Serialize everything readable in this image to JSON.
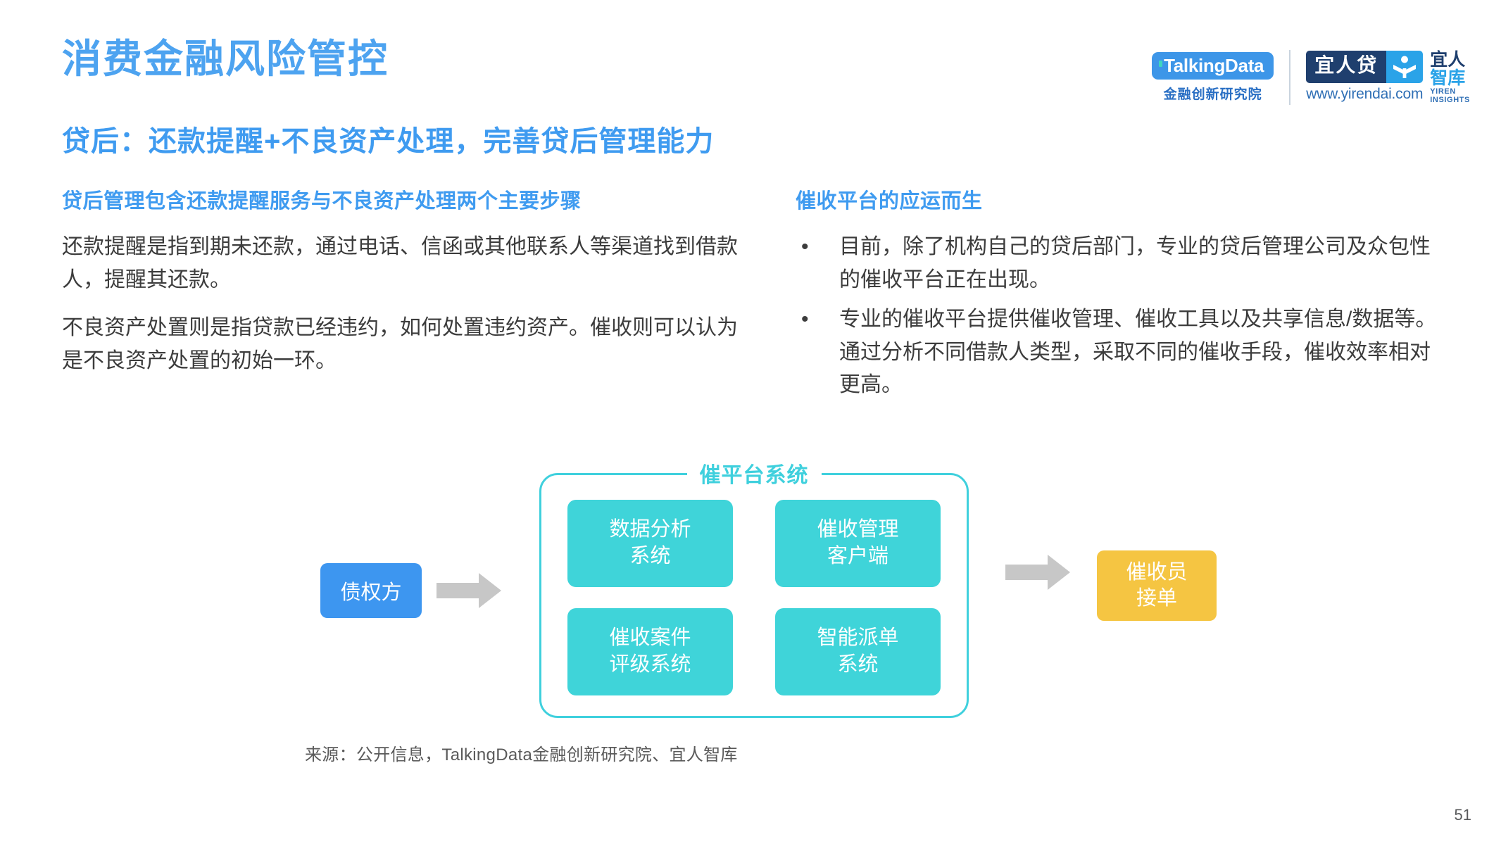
{
  "header": {
    "main_title": "消费金融风险管控",
    "sub_title": "贷后：还款提醒+不良资产处理，完善贷后管理能力",
    "title_color": "#4da3f0",
    "subtitle_color": "#3f9bf0"
  },
  "logos": {
    "talkingdata": {
      "badge": "TalkingData",
      "subtitle": "金融创新研究院",
      "badge_bg": "#3d96e8",
      "tick_color": "#3fd6bf"
    },
    "yirendai": {
      "badge_cn": "宜人贷",
      "url": "www.yirendai.com",
      "badge_bg": "#1f3f6e",
      "icon_bg": "#2aa3e8",
      "think_tank_line1": "宜人",
      "think_tank_line2": "智库",
      "think_tank_en_line1": "YIREN",
      "think_tank_en_line2": "INSIGHTS"
    }
  },
  "left_column": {
    "heading": "贷后管理包含还款提醒服务与不良资产处理两个主要步骤",
    "paragraphs": [
      "还款提醒是指到期未还款，通过电话、信函或其他联系人等渠道找到借款人，提醒其还款。",
      "不良资产处置则是指贷款已经违约，如何处置违约资产。催收则可以认为是不良资产处置的初始一环。"
    ]
  },
  "right_column": {
    "heading": "催收平台的应运而生",
    "bullets": [
      {
        "marker": "•",
        "text": "目前，除了机构自己的贷后部门，专业的贷后管理公司及众包性的催收平台正在出现。"
      },
      {
        "marker": "•",
        "text": "专业的催收平台提供催收管理、催收工具以及共享信息/数据等。通过分析不同借款人类型，采取不同的催收手段，催收效率相对更高。"
      }
    ]
  },
  "diagram": {
    "creditor_node": "债权方",
    "creditor_color": "#3d96f0",
    "collector_node": "催收员\n接单",
    "collector_line1": "催收员",
    "collector_line2": "接单",
    "collector_color": "#f5c542",
    "arrow_color": "#c7c7c7",
    "platform_title": "催平台系统",
    "platform_border_color": "#3fd0dd",
    "cell_color": "#3fd4d9",
    "cells": [
      {
        "line1": "数据分析",
        "line2": "系统"
      },
      {
        "line1": "催收管理",
        "line2": "客户端"
      },
      {
        "line1": "催收案件",
        "line2": "评级系统"
      },
      {
        "line1": "智能派单",
        "line2": "系统"
      }
    ]
  },
  "footer": {
    "source": "来源：公开信息，TalkingData金融创新研究院、宜人智库",
    "page_number": "51"
  }
}
